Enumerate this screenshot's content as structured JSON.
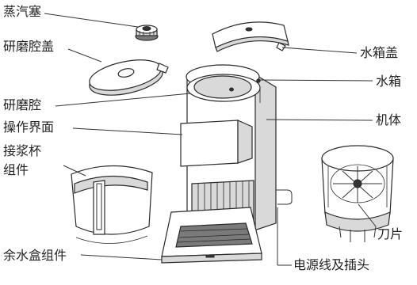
{
  "labels": {
    "steam_plug": "蒸汽塞",
    "grinding_lid": "研磨腔盖",
    "grinding_chamber": "研磨腔",
    "control_panel": "操作界面",
    "jug_line1": "接浆杯",
    "jug_line2": "组件",
    "residue_box": "余水盒组件",
    "tank_lid": "水箱盖",
    "tank": "水箱",
    "body": "机体",
    "blade": "刀片",
    "power_cord": "电源线及插头"
  }
}
